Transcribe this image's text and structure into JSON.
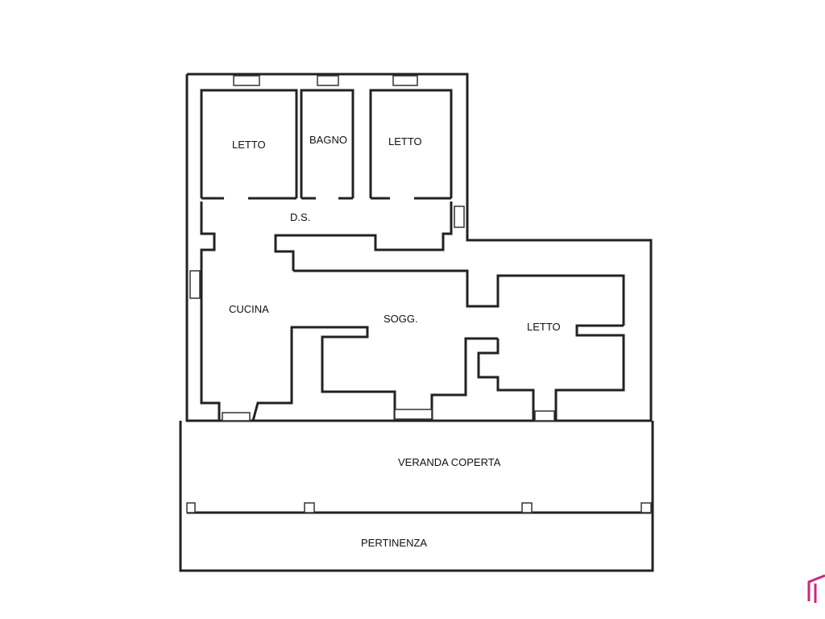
{
  "rooms": {
    "letto_1": "LETTO",
    "bagno": "BAGNO",
    "letto_2": "LETTO",
    "disimpegno": "D.S.",
    "cucina": "CUCINA",
    "soggiorno": "SOGG.",
    "letto_3": "LETTO",
    "veranda": "VERANDA COPERTA",
    "pertinenza": "PERTINENZA"
  },
  "colors": {
    "wall": "#222222",
    "brand": "#d0257a"
  }
}
